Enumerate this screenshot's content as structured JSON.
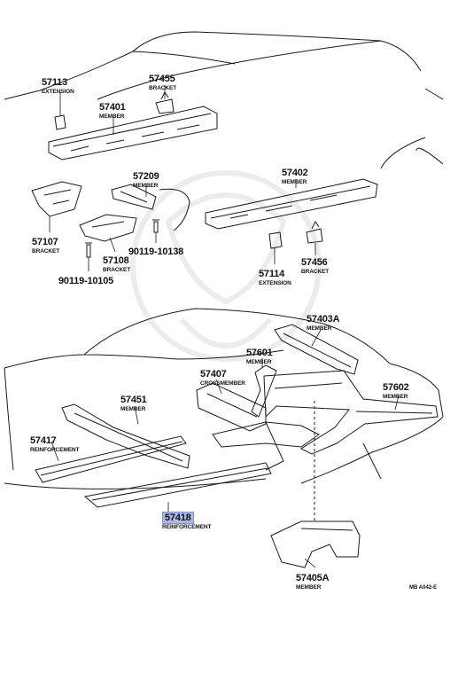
{
  "parts": [
    {
      "id": "p57113",
      "number": "57113",
      "name": "EXTENSION"
    },
    {
      "id": "p57455",
      "number": "57455",
      "name": "BRACKET"
    },
    {
      "id": "p57401",
      "number": "57401",
      "name": "MEMBER"
    },
    {
      "id": "p57209",
      "number": "57209",
      "name": "MEMBER"
    },
    {
      "id": "p57402",
      "number": "57402",
      "name": "MEMBER"
    },
    {
      "id": "p57107",
      "number": "57107",
      "name": "BRACKET"
    },
    {
      "id": "p57108",
      "number": "57108",
      "name": "BRACKET"
    },
    {
      "id": "p90119a",
      "number": "90119-10138",
      "name": ""
    },
    {
      "id": "p90119b",
      "number": "90119-10105",
      "name": ""
    },
    {
      "id": "p57114",
      "number": "57114",
      "name": "EXTENSION"
    },
    {
      "id": "p57456",
      "number": "57456",
      "name": "BRACKET"
    },
    {
      "id": "p57403A",
      "number": "57403A",
      "name": "MEMBER"
    },
    {
      "id": "p57601",
      "number": "57601",
      "name": "MEMBER"
    },
    {
      "id": "p57407",
      "number": "57407",
      "name": "CROSSMEMBER"
    },
    {
      "id": "p57602",
      "number": "57602",
      "name": "MEMBER"
    },
    {
      "id": "p57451",
      "number": "57451",
      "name": "MEMBER"
    },
    {
      "id": "p57417",
      "number": "57417",
      "name": "REINFORCEMENT"
    },
    {
      "id": "p57418",
      "number": "57418",
      "name": "REINFORCEMENT",
      "highlighted": true
    },
    {
      "id": "p57405A",
      "number": "57405A",
      "name": "MEMBER"
    }
  ],
  "drawing_code": "MB A042-E",
  "colors": {
    "ink": "#1a1a1a",
    "highlight": "#a9b8e6",
    "watermark": "#ececec"
  }
}
